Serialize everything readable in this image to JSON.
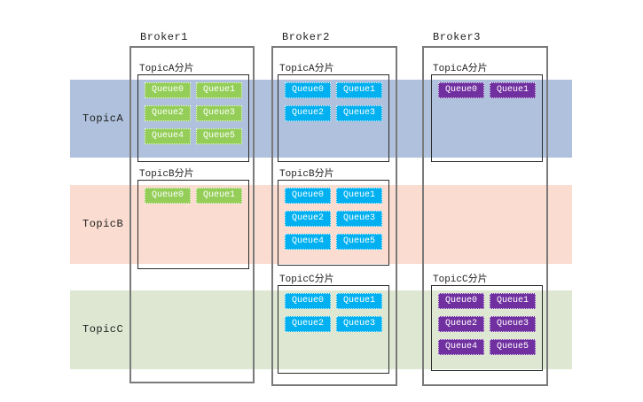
{
  "topics": [
    {
      "label": "TopicA",
      "band_color": "#afc1dc"
    },
    {
      "label": "TopicB",
      "band_color": "#fbdcd0"
    },
    {
      "label": "TopicC",
      "band_color": "#dde7d2"
    }
  ],
  "brokers": [
    {
      "label": "Broker1",
      "queue_color": "#94ce58",
      "shards": [
        {
          "label": "TopicA分片",
          "queues": [
            "Queue0",
            "Queue1",
            "Queue2",
            "Queue3",
            "Queue4",
            "Queue5"
          ]
        },
        {
          "label": "TopicB分片",
          "queues": [
            "Queue0",
            "Queue1"
          ]
        }
      ]
    },
    {
      "label": "Broker2",
      "queue_color": "#00b0f0",
      "shards": [
        {
          "label": "TopicA分片",
          "queues": [
            "Queue0",
            "Queue1",
            "Queue2",
            "Queue3"
          ]
        },
        {
          "label": "TopicB分片",
          "queues": [
            "Queue0",
            "Queue1",
            "Queue2",
            "Queue3",
            "Queue4",
            "Queue5"
          ]
        },
        {
          "label": "TopicC分片",
          "queues": [
            "Queue0",
            "Queue1",
            "Queue2",
            "Queue3"
          ]
        }
      ]
    },
    {
      "label": "Broker3",
      "queue_color": "#7030a0",
      "shards": [
        {
          "label": "TopicA分片",
          "queues": [
            "Queue0",
            "Queue1"
          ]
        },
        {
          "label": "TopicC分片",
          "queues": [
            "Queue0",
            "Queue1",
            "Queue2",
            "Queue3",
            "Queue4",
            "Queue5"
          ]
        }
      ]
    }
  ]
}
